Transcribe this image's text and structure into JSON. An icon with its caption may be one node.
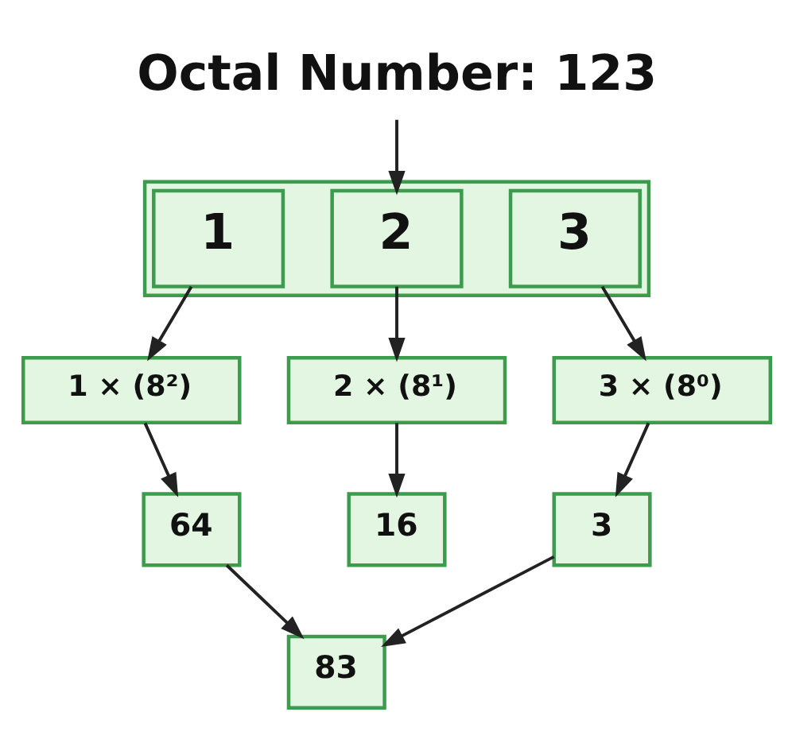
{
  "diagram": {
    "nodes": [
      {
        "text": [
          "Octal Number: 123"
        ]
      },
      {
        "text": [],
        "shape": "box"
      },
      {
        "text": [
          "1"
        ],
        "in": 1
      },
      {
        "text": [
          "2"
        ],
        "in": 1
      },
      {
        "text": [
          "3"
        ],
        "in": 1
      },
      {
        "text": [
          "1 × (8²)"
        ]
      },
      {
        "text": [
          "2 × (8¹)"
        ]
      },
      {
        "text": [
          "3 × (8⁰)"
        ]
      },
      {
        "text": [
          "64"
        ]
      },
      {
        "text": [
          "16"
        ]
      },
      {
        "text": [
          "3"
        ]
      },
      {
        "text": [
          "83"
        ]
      }
    ],
    "edges": [
      {
        "from": 0,
        "to": 3,
        "arrow": "to"
      },
      {
        "from": 2,
        "to": 5,
        "arrow": "to"
      },
      {
        "from": 3,
        "to": 6,
        "arrow": "to"
      },
      {
        "from": 4,
        "to": 7,
        "arrow": "to"
      },
      {
        "from": 5,
        "to": 8,
        "arrow": "to"
      },
      {
        "from": 6,
        "to": 9,
        "arrow": "to"
      },
      {
        "from": 7,
        "to": 10,
        "arrow": "to"
      },
      {
        "from": 8,
        "to": 11,
        "arrow": "to"
      },
      {
        "from": 10,
        "to": 11,
        "arrow": "to"
      }
    ]
  }
}
